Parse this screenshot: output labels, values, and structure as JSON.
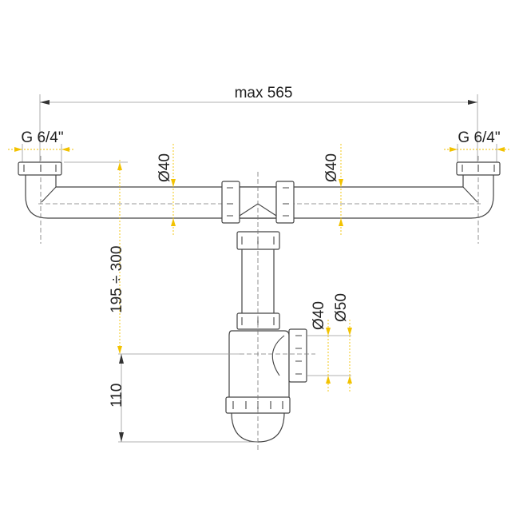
{
  "drawing": {
    "overall_width": "max 565",
    "left_thread": "G 6/4\"",
    "right_thread": "G 6/4\"",
    "left_pipe_diameter": "Ø40",
    "right_pipe_diameter": "Ø40",
    "height_range": "195 ÷ 300",
    "trap_height": "110",
    "outlet_inner_diameter": "Ø40",
    "outlet_outer_diameter": "Ø50",
    "accent_color": "#f2c200"
  }
}
